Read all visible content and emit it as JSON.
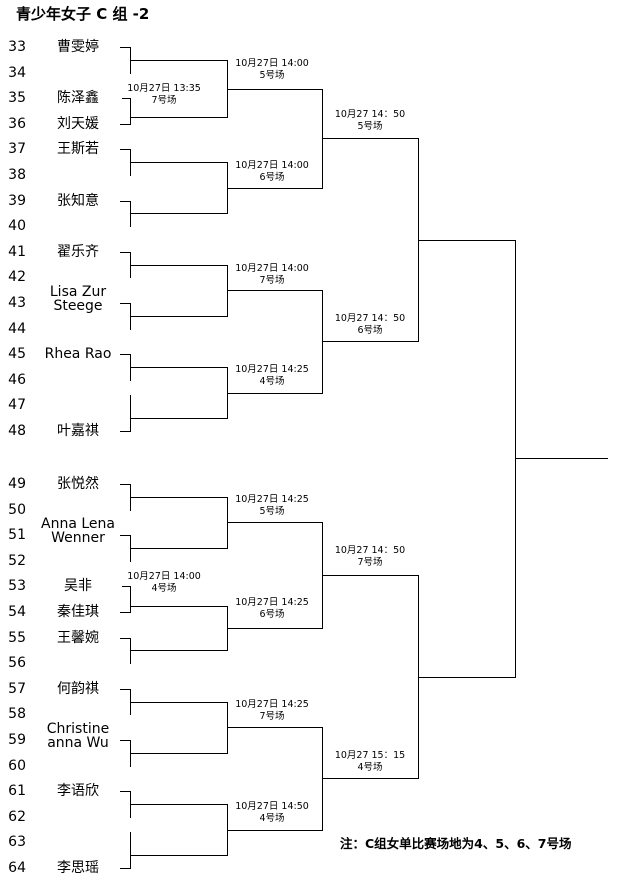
{
  "title": "青少年女子 C 组 -2",
  "note": "注：C组女单比赛场地为4、5、6、7号场",
  "slots": [
    {
      "num": "33",
      "name": "曹雯婷"
    },
    {
      "num": "34",
      "name": ""
    },
    {
      "num": "35",
      "name": "陈泽鑫"
    },
    {
      "num": "36",
      "name": "刘天媛"
    },
    {
      "num": "37",
      "name": "王斯若"
    },
    {
      "num": "38",
      "name": ""
    },
    {
      "num": "39",
      "name": "张知意"
    },
    {
      "num": "40",
      "name": ""
    },
    {
      "num": "41",
      "name": "翟乐齐"
    },
    {
      "num": "42",
      "name": ""
    },
    {
      "num": "43",
      "name": "Lisa Zur Steege"
    },
    {
      "num": "44",
      "name": ""
    },
    {
      "num": "45",
      "name": "Rhea Rao"
    },
    {
      "num": "46",
      "name": ""
    },
    {
      "num": "47",
      "name": ""
    },
    {
      "num": "48",
      "name": "叶嘉祺"
    },
    {
      "num": "49",
      "name": "张悦然"
    },
    {
      "num": "50",
      "name": ""
    },
    {
      "num": "51",
      "name": "Anna Lena Wenner"
    },
    {
      "num": "52",
      "name": ""
    },
    {
      "num": "53",
      "name": "吴非"
    },
    {
      "num": "54",
      "name": "秦佳琪"
    },
    {
      "num": "55",
      "name": "王馨婉"
    },
    {
      "num": "56",
      "name": ""
    },
    {
      "num": "57",
      "name": "何韵祺"
    },
    {
      "num": "58",
      "name": ""
    },
    {
      "num": "59",
      "name": "Christine anna Wu"
    },
    {
      "num": "60",
      "name": ""
    },
    {
      "num": "61",
      "name": "李语欣"
    },
    {
      "num": "62",
      "name": ""
    },
    {
      "num": "63",
      "name": ""
    },
    {
      "num": "64",
      "name": "李思瑶"
    }
  ],
  "matches": [
    {
      "time": "10月27日 13:35",
      "court": "7号场"
    },
    {
      "time": "10月27日 14:00",
      "court": "4号场"
    },
    {
      "time": "10月27日 14:00",
      "court": "5号场"
    },
    {
      "time": "10月27日 14:00",
      "court": "6号场"
    },
    {
      "time": "10月27日 14:00",
      "court": "7号场"
    },
    {
      "time": "10月27日 14:25",
      "court": "4号场"
    },
    {
      "time": "10月27日 14:25",
      "court": "5号场"
    },
    {
      "time": "10月27日 14:25",
      "court": "6号场"
    },
    {
      "time": "10月27日 14:25",
      "court": "7号场"
    },
    {
      "time": "10月27日 14:50",
      "court": "4号场"
    },
    {
      "time": "10月27  14：50",
      "court": "5号场"
    },
    {
      "time": "10月27  14：50",
      "court": "6号场"
    },
    {
      "time": "10月27  14：50",
      "court": "7号场"
    },
    {
      "time": "10月27  15：15",
      "court": "4号场"
    }
  ]
}
